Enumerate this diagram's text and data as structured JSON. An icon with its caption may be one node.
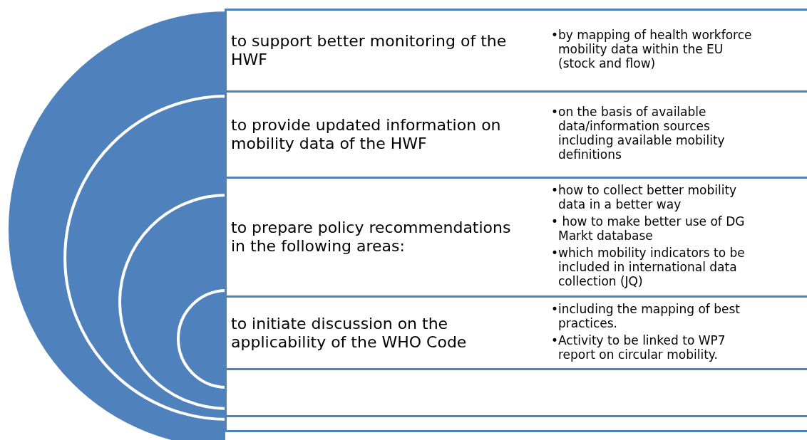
{
  "diagram": {
    "nodes": [
      {
        "text": [
          "to support better monitoring of the HWF",
          "•by mapping of health workforce mobility data within the EU  (stock and flow)"
        ]
      },
      {
        "text": [
          "to provide updated information on mobility data of the HWF",
          "•on the basis of available data/information sources including available mobility definitions"
        ]
      },
      {
        "text": [
          "to prepare policy recommendations in the following areas:",
          "•how to collect better mobility data in a better way",
          "• how to make better use of DG Markt database",
          "•which mobility indicators to be included in international data collection (JQ)"
        ]
      },
      {
        "text": [
          "to initiate discussion on the applicability of the WHO Code",
          "•including the mapping of best practices.",
          "•Activity to be linked to WP7 report on circular mobility."
        ]
      },
      {
        "text": [],
        "shape": "box"
      },
      {
        "text": [],
        "shape": "box"
      }
    ]
  }
}
